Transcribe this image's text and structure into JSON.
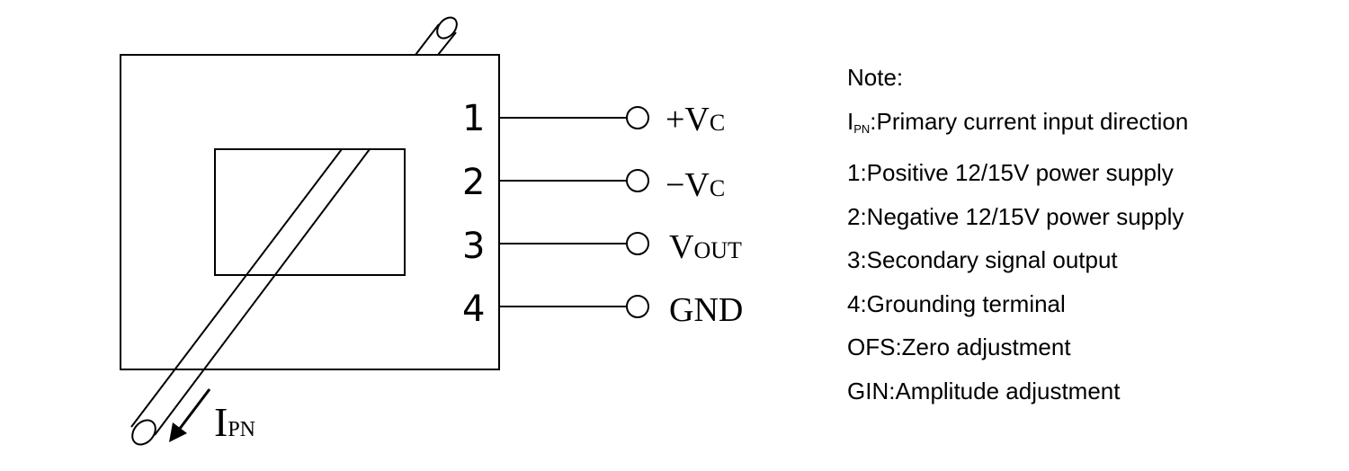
{
  "pins": [
    {
      "number": "1",
      "signal": "+V",
      "subscript": "C"
    },
    {
      "number": "2",
      "signal": "−V",
      "subscript": "C"
    },
    {
      "number": "3",
      "signal": "V",
      "subscript": "OUT"
    },
    {
      "number": "4",
      "signal": "GND",
      "subscript": ""
    }
  ],
  "current_label": {
    "main": "I",
    "sub": "PN"
  },
  "notes": {
    "title": "Note:",
    "ipn_main": "I",
    "ipn_sub": "PN",
    "ipn_text": ":Primary current input direction",
    "lines": [
      "1:Positive 12/15V power supply",
      "2:Negative 12/15V power supply",
      "3:Secondary signal output",
      "4:Grounding terminal",
      "OFS:Zero adjustment",
      "GIN:Amplitude adjustment"
    ]
  }
}
